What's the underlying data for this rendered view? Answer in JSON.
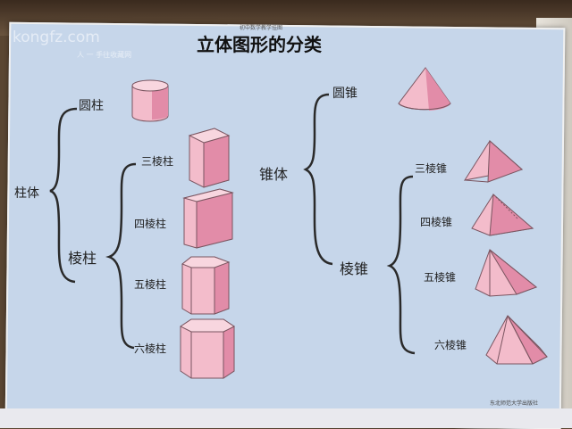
{
  "poster": {
    "title": "立体图形的分类",
    "subtitle": "初中数学教学挂图",
    "watermark": "kongfz.com",
    "watermark_sub": "人 一 手往收藏网",
    "footer": "东北师范大学出版社"
  },
  "prisms": {
    "category": "柱体",
    "cylinder": "圆柱",
    "prism": "棱柱",
    "types": [
      "三棱柱",
      "四棱柱",
      "五棱柱",
      "六棱柱"
    ]
  },
  "pyramids": {
    "category": "锥体",
    "cone": "圆锥",
    "pyramid": "棱锥",
    "types": [
      "三棱锥",
      "四棱锥",
      "五棱锥",
      "六棱锥"
    ]
  },
  "colors": {
    "paper": "#c6d6ea",
    "shape_fill": "#f1b8c8",
    "shape_dark": "#d8789a",
    "ink": "#222222"
  }
}
